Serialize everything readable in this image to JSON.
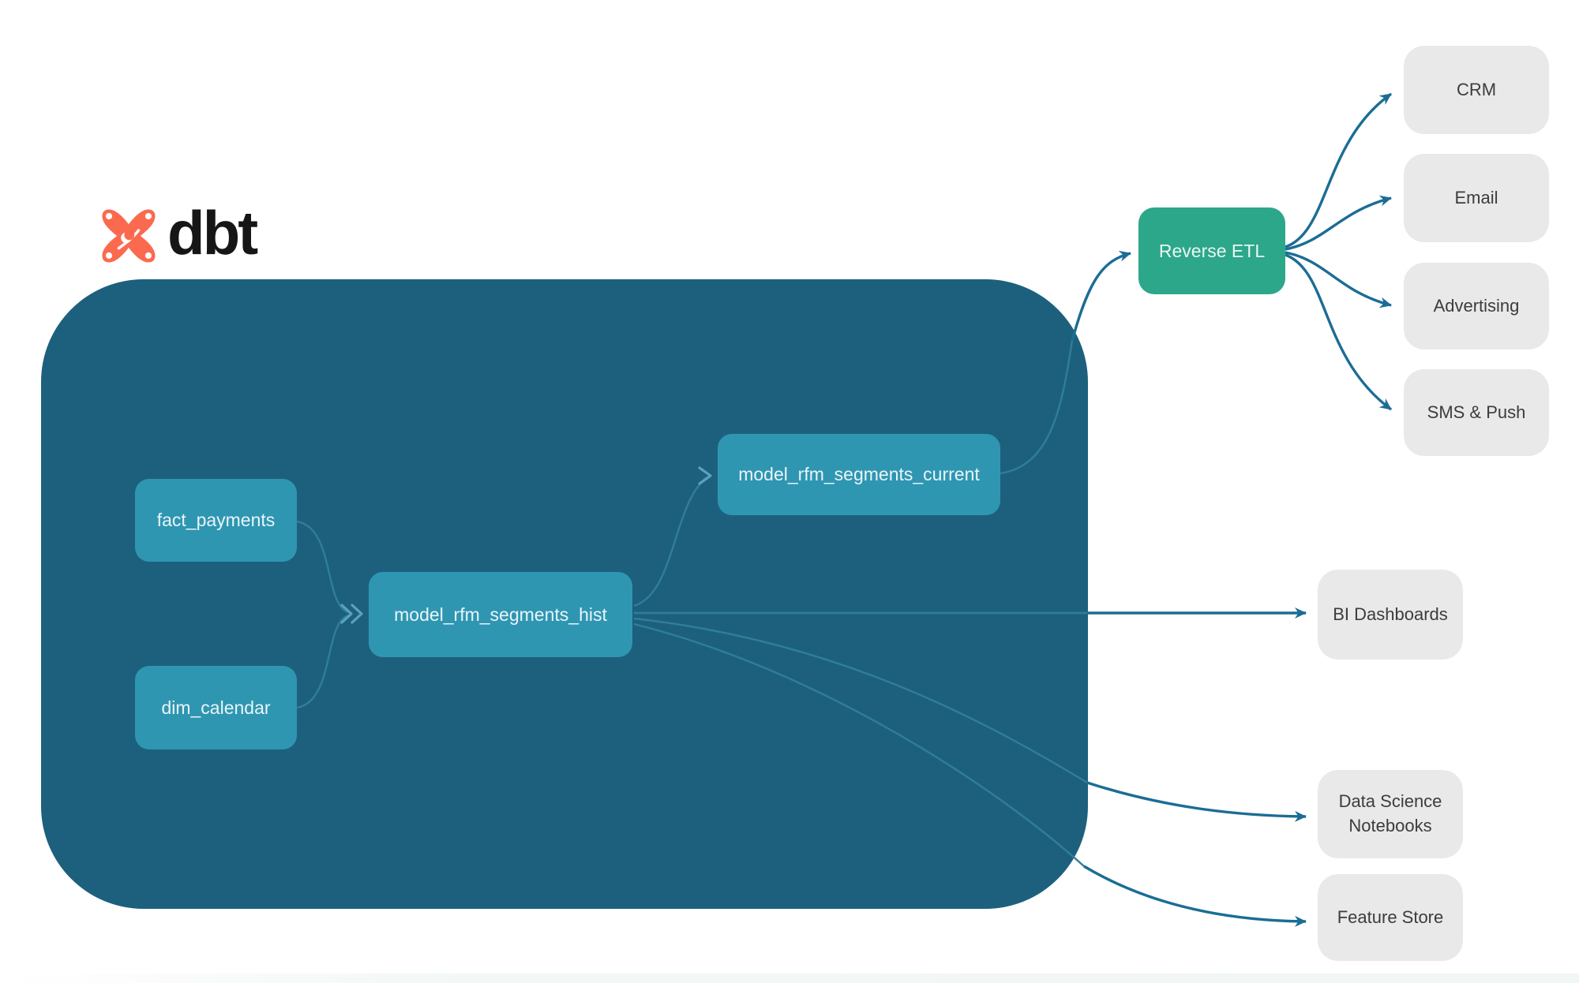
{
  "brand": {
    "name": "dbt"
  },
  "nodes": {
    "fact_payments": {
      "label": "fact_payments"
    },
    "dim_calendar": {
      "label": "dim_calendar"
    },
    "model_rfm_segments_hist": {
      "label": "model_rfm_segments_hist"
    },
    "model_rfm_segments_current": {
      "label": "model_rfm_segments_current"
    },
    "reverse_etl": {
      "label": "Reverse ETL"
    },
    "crm": {
      "label": "CRM"
    },
    "email": {
      "label": "Email"
    },
    "advertising": {
      "label": "Advertising"
    },
    "sms_push": {
      "label": "SMS & Push"
    },
    "bi_dashboards": {
      "label": "BI Dashboards"
    },
    "data_science_notebooks": {
      "label": "Data Science Notebooks"
    },
    "feature_store": {
      "label": "Feature Store"
    }
  },
  "edges": [
    {
      "from": "fact_payments",
      "to": "model_rfm_segments_hist"
    },
    {
      "from": "dim_calendar",
      "to": "model_rfm_segments_hist"
    },
    {
      "from": "model_rfm_segments_hist",
      "to": "model_rfm_segments_current"
    },
    {
      "from": "model_rfm_segments_current",
      "to": "reverse_etl"
    },
    {
      "from": "reverse_etl",
      "to": "crm"
    },
    {
      "from": "reverse_etl",
      "to": "email"
    },
    {
      "from": "reverse_etl",
      "to": "advertising"
    },
    {
      "from": "reverse_etl",
      "to": "sms_push"
    },
    {
      "from": "model_rfm_segments_hist",
      "to": "bi_dashboards"
    },
    {
      "from": "model_rfm_segments_hist",
      "to": "data_science_notebooks"
    },
    {
      "from": "model_rfm_segments_hist",
      "to": "feature_store"
    }
  ],
  "colors": {
    "page_bg": "#FFFFFF",
    "warehouse_bg": "#1D607D",
    "model_node_bg": "#2F96B2",
    "model_node_text": "#E9F5F8",
    "reverse_etl_bg": "#2CA78A",
    "reverse_etl_text": "#EAF7F3",
    "destination_bg": "#E9E9E9",
    "destination_text": "#3C3C3C",
    "edge_dark": "#1B6D94",
    "edge_light": "#2F7E9A",
    "edge_light_bright": "#5BA2BC",
    "logo_orange": "#FB6A4F",
    "brand_text": "#161616"
  }
}
